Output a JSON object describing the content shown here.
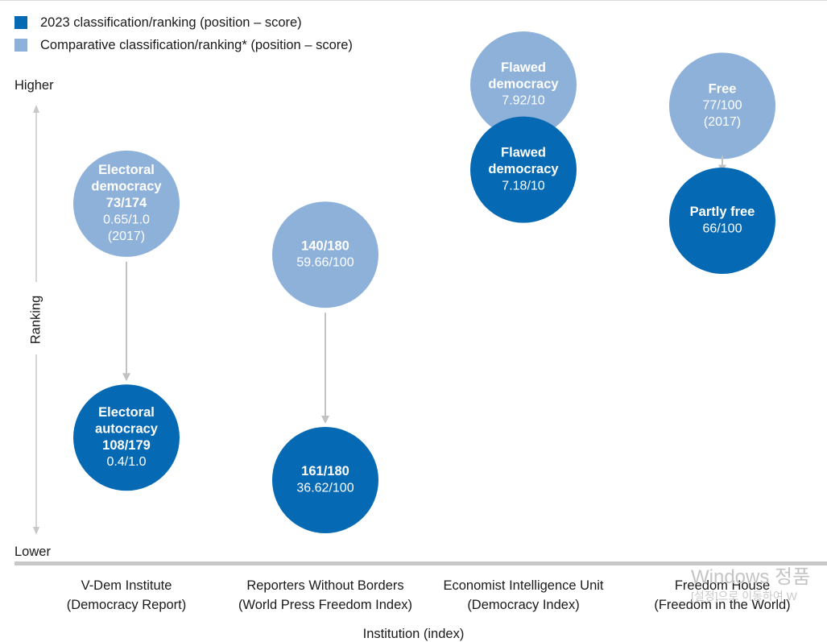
{
  "legend": {
    "current": {
      "label": "2023 classification/ranking (position – score)",
      "color": "#0569b3"
    },
    "comparative": {
      "label": "Comparative classification/ranking* (position – score)",
      "color": "#8eb1d9"
    }
  },
  "axis": {
    "y_top": "Higher",
    "y_bottom": "Lower",
    "y_title": "Ranking",
    "x_title": "Institution (index)"
  },
  "watermark": {
    "line1": "Windows 정품",
    "line2": "[설정]으로 이동하여 W"
  },
  "chart_data": {
    "type": "scatter",
    "title": "",
    "xlabel": "Institution (index)",
    "ylabel": "Ranking",
    "y_direction": "Higher at top, Lower at bottom",
    "grid": false,
    "legend_position": "top-left",
    "categories": [
      [
        "V-Dem Institute",
        "(Democracy Report)"
      ],
      [
        "Reporters Without Borders",
        "(World Press Freedom Index)"
      ],
      [
        "Economist Intelligence Unit",
        "(Democracy Index)"
      ],
      [
        "Freedom House",
        "(Freedom in the World)"
      ]
    ],
    "series": [
      {
        "name": "Comparative classification/ranking* (position – score)",
        "color": "#8eb1d9",
        "points": [
          {
            "category": 0,
            "rank_level": 0.72,
            "bold": [
              "Electoral",
              "democracy",
              "73/174"
            ],
            "normal": [
              "0.65/1.0",
              "(2017)"
            ]
          },
          {
            "category": 1,
            "rank_level": 0.6,
            "bold": [
              "140/180"
            ],
            "normal": [
              "59.66/100"
            ]
          },
          {
            "category": 2,
            "rank_level": 1.0,
            "bold": [
              "Flawed",
              "democracy"
            ],
            "normal": [
              "7.92/10"
            ]
          },
          {
            "category": 3,
            "rank_level": 0.95,
            "bold": [
              "Free"
            ],
            "normal": [
              "77/100",
              "(2017)"
            ]
          }
        ]
      },
      {
        "name": "2023 classification/ranking (position – score)",
        "color": "#0569b3",
        "points": [
          {
            "category": 0,
            "rank_level": 0.17,
            "bold": [
              "Electoral",
              "autocracy",
              "108/179"
            ],
            "normal": [
              "0.4/1.0"
            ]
          },
          {
            "category": 1,
            "rank_level": 0.07,
            "bold": [
              "161/180"
            ],
            "normal": [
              "36.62/100"
            ]
          },
          {
            "category": 2,
            "rank_level": 0.8,
            "bold": [
              "Flawed",
              "democracy"
            ],
            "normal": [
              "7.18/10"
            ]
          },
          {
            "category": 3,
            "rank_level": 0.68,
            "bold": [
              "Partly free"
            ],
            "normal": [
              "66/100"
            ]
          }
        ]
      }
    ]
  }
}
